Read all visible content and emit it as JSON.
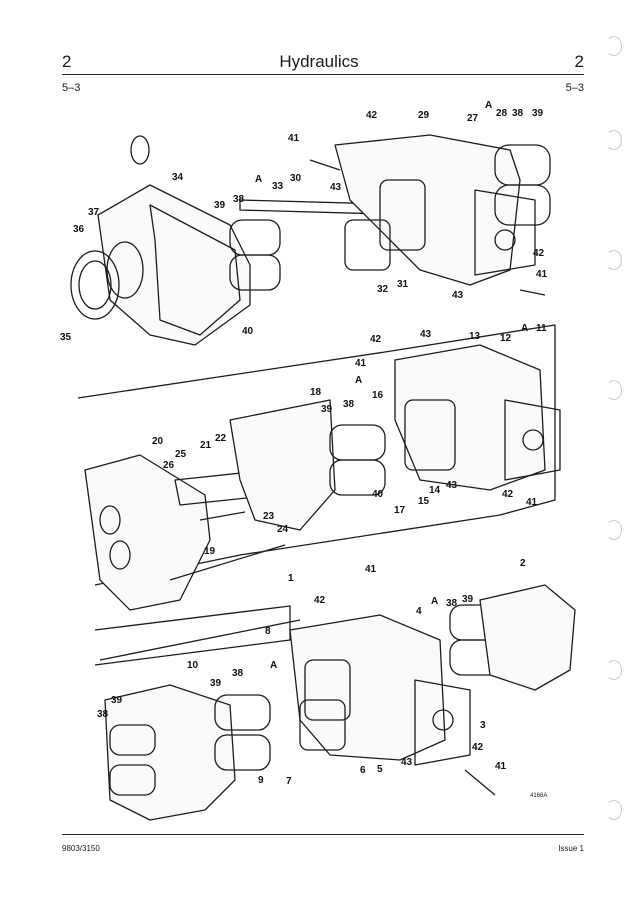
{
  "header": {
    "section_left": "2",
    "title": "Hydraulics",
    "section_right": "2"
  },
  "page_refs": {
    "left": "5–3",
    "right": "5–3"
  },
  "figure": {
    "reference": "4166A",
    "callouts_top": [
      "42",
      "29",
      "27",
      "A",
      "28",
      "38",
      "39",
      "41",
      "43",
      "34",
      "A",
      "33",
      "30",
      "39",
      "38",
      "37",
      "36",
      "42",
      "41",
      "35",
      "40",
      "32",
      "31",
      "43"
    ],
    "callouts_middle": [
      "42",
      "43",
      "13",
      "12",
      "A",
      "11",
      "41",
      "A",
      "16",
      "18",
      "39",
      "38",
      "20",
      "21",
      "22",
      "25",
      "26",
      "40",
      "17",
      "14",
      "43",
      "15",
      "42",
      "41",
      "23",
      "24"
    ],
    "callouts_bottom": [
      "19",
      "41",
      "1",
      "2",
      "42",
      "A",
      "38",
      "39",
      "4",
      "8",
      "A",
      "10",
      "39",
      "38",
      "39",
      "38",
      "3",
      "42",
      "9",
      "7",
      "6",
      "5",
      "43",
      "41"
    ]
  },
  "footer": {
    "left": "9803/3150",
    "right": "Issue 1"
  }
}
